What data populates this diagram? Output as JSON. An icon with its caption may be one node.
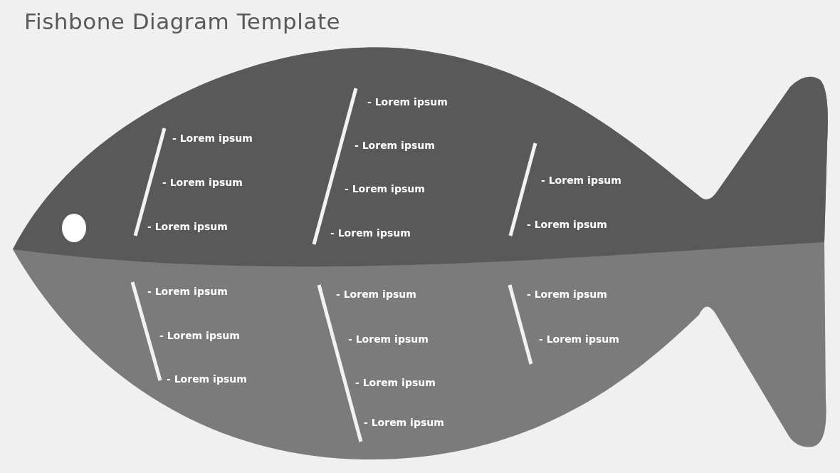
{
  "diagram": {
    "title": "Fishbone Diagram Template",
    "labels": [
      "- Lorem ipsum",
      "- Lorem ipsum",
      "- Lorem ipsum",
      "- Lorem ipsum",
      "- Lorem ipsum",
      "- Lorem ipsum",
      "- Lorem ipsum",
      "- Lorem ipsum",
      "- Lorem ipsum",
      "- Lorem ipsum",
      "- Lorem ipsum",
      "- Lorem ipsum",
      "- Lorem ipsum",
      "- Lorem ipsum",
      "- Lorem ipsum",
      "- Lorem ipsum",
      "- Lorem ipsum",
      "- Lorem ipsum"
    ]
  }
}
